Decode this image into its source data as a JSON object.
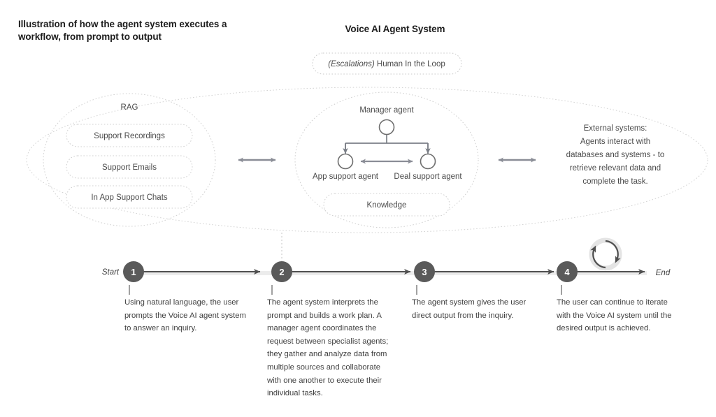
{
  "headings": {
    "left_title": "Illustration of how the agent system executes a workflow, from prompt to output",
    "center_title": "Voice AI Agent System"
  },
  "escalation": {
    "italic_part": "(Escalations)",
    "rest": " Human In the Loop"
  },
  "rag": {
    "title": "RAG",
    "items": [
      "Support Recordings",
      "Support Emails",
      "In App Support Chats"
    ]
  },
  "agents": {
    "manager_label": "Manager agent",
    "left_agent_label": "App support agent",
    "right_agent_label": "Deal support agent",
    "knowledge_label": "Knowledge"
  },
  "external": {
    "lines": [
      "External systems:",
      "Agents interact with",
      "databases and systems - to",
      "retrieve relevant data and",
      "complete the task."
    ]
  },
  "timeline": {
    "start_label": "Start",
    "end_label": "End",
    "steps": [
      {
        "number": "1",
        "description": "Using natural language, the user prompts the Voice AI agent system to answer an inquiry."
      },
      {
        "number": "2",
        "description": "The agent system interprets the prompt and builds a work plan. A manager agent coordinates the request between specialist agents; they gather and analyze data from multiple sources and collaborate with one another to execute their individual tasks."
      },
      {
        "number": "3",
        "description": "The agent system gives the user direct output from the inquiry."
      },
      {
        "number": "4",
        "description": "The user can continue to iterate with the Voice AI system until the desired output is achieved."
      }
    ]
  },
  "colors": {
    "step_circle": "#5a5a5a",
    "arrow": "#8a8d96",
    "dark_arrow": "#4f4f4f",
    "dotted_outline": "#c9c9c9",
    "text": "#3f3f3f"
  }
}
